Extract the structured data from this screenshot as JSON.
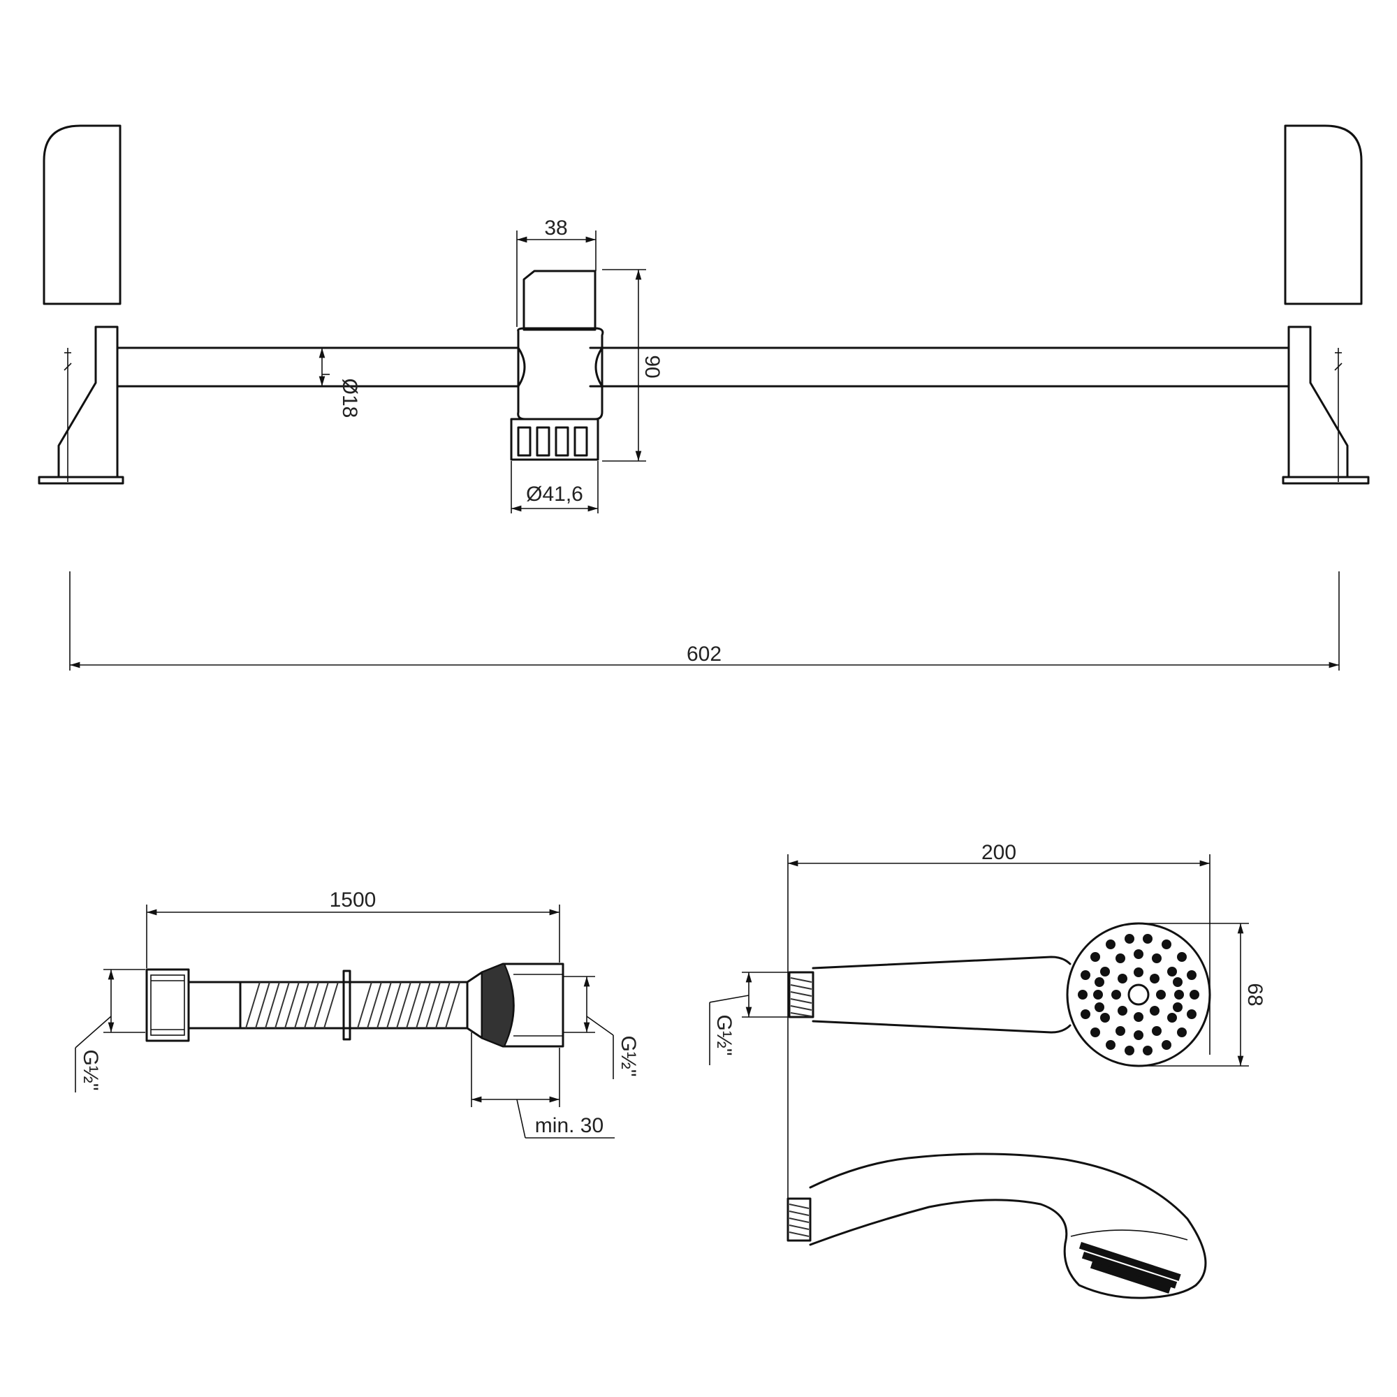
{
  "dimensions": {
    "slider_width": "38",
    "slider_height": "90",
    "rod_diameter": "Ø18",
    "base_diameter": "Ø41,6",
    "rail_length": "602",
    "hose_length": "1500",
    "hose_thread_left": "G½\"",
    "hose_thread_right": "G½\"",
    "hose_min": "min. 30",
    "handshower_length": "200",
    "handshower_head_diameter": "68",
    "handshower_thread": "G½\""
  },
  "colors": {
    "line": "#111111",
    "background": "#ffffff"
  }
}
